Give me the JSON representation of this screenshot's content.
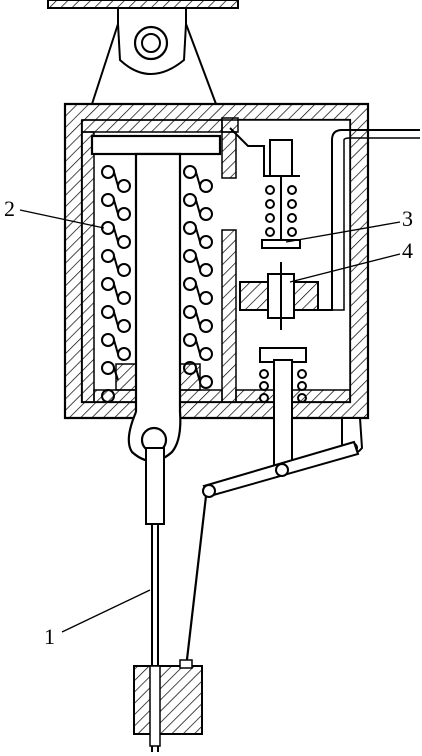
{
  "diagram": {
    "labels": [
      {
        "id": "1",
        "text": "1"
      },
      {
        "id": "2",
        "text": "2"
      },
      {
        "id": "3",
        "text": "3"
      },
      {
        "id": "4",
        "text": "4"
      }
    ],
    "colors": {
      "line": "#000000",
      "background": "#ffffff"
    }
  }
}
